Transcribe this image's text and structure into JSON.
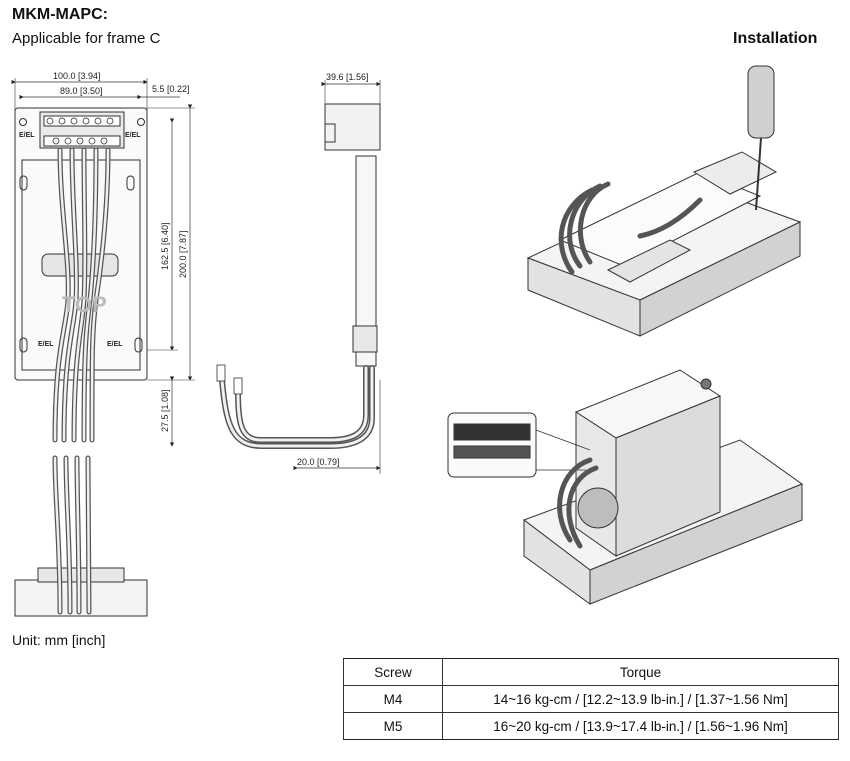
{
  "header": {
    "title": "MKM-MAPC:",
    "subtitle": "Applicable for frame C",
    "installation": "Installation"
  },
  "drawing": {
    "dims": {
      "width_overall": "100.0 [3.94]",
      "width_holes": "89.0 [3.50]",
      "right_offset": "5.5 [0.22]",
      "height_holes": "162.5 [6.40]",
      "height_overall": "200.0 [7.87]",
      "lower_offset": "27.5 [1.08]",
      "depth": "39.6 [1.56]",
      "bottom_offset": "20.0 [0.79]"
    },
    "labels": {
      "ground_label": "E/EL",
      "top_mark": "TOP"
    }
  },
  "unit": "Unit: mm [inch]",
  "torque_table": {
    "headers": [
      "Screw",
      "Torque"
    ],
    "rows": [
      {
        "screw": "M4",
        "torque": "14~16 kg-cm / [12.2~13.9 lb-in.] / [1.37~1.56 Nm]"
      },
      {
        "screw": "M5",
        "torque": "16~20 kg-cm / [13.9~17.4 lb-in.] / [1.56~1.96 Nm]"
      }
    ]
  }
}
